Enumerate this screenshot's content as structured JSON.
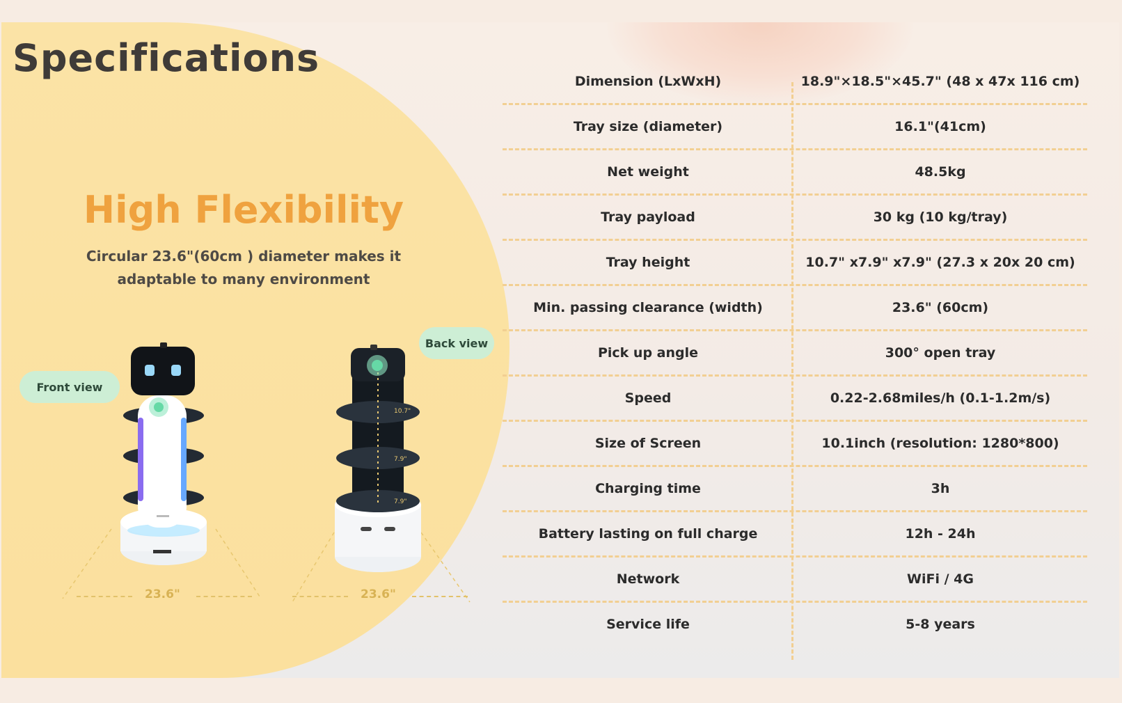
{
  "page": {
    "title": "Specifications",
    "feature_title": "High Flexibility",
    "feature_description": "Circular 23.6\"(60cm ) diameter makes it adaptable to many environment",
    "front_label": "Front view",
    "back_label": "Back view",
    "front_dim": "23.6\"",
    "back_dim": "23.6\"",
    "tray_heights": [
      "10.7\"",
      "7.9\"",
      "7.9\""
    ]
  },
  "colors": {
    "accent": "#efa23f",
    "yellow_bg": "#fbe3a6",
    "badge_bg": "#cdeed5",
    "divider": "#f2cf92"
  },
  "specs": [
    {
      "label": "Dimension (LxWxH)",
      "value": "18.9\"×18.5\"×45.7\" (48 x 47x 116 cm)"
    },
    {
      "label": "Tray size (diameter)",
      "value": "16.1\"(41cm)"
    },
    {
      "label": "Net weight",
      "value": "48.5kg"
    },
    {
      "label": "Tray payload",
      "value": "30 kg (10 kg/tray)"
    },
    {
      "label": "Tray height",
      "value": "10.7\" x7.9\" x7.9\" (27.3 x 20x 20 cm)"
    },
    {
      "label": "Min. passing clearance (width)",
      "value": "23.6\" (60cm)"
    },
    {
      "label": "Pick up angle",
      "value": "300° open tray"
    },
    {
      "label": "Speed",
      "value": "0.22-2.68miles/h (0.1-1.2m/s)"
    },
    {
      "label": "Size of Screen",
      "value": "10.1inch (resolution: 1280*800)"
    },
    {
      "label": "Charging time",
      "value": "3h"
    },
    {
      "label": "Battery lasting on full charge",
      "value": "12h - 24h"
    },
    {
      "label": "Network",
      "value": "WiFi / 4G"
    },
    {
      "label": "Service life",
      "value": "5-8 years"
    }
  ]
}
